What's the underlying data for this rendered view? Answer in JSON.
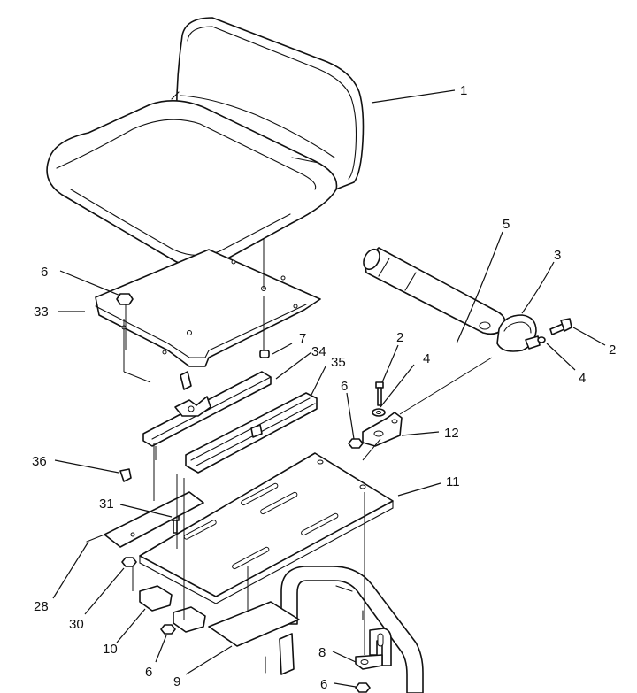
{
  "callouts": [
    {
      "id": "c1",
      "text": "1"
    },
    {
      "id": "c2a",
      "text": "2"
    },
    {
      "id": "c2b",
      "text": "2"
    },
    {
      "id": "c3",
      "text": "3"
    },
    {
      "id": "c4a",
      "text": "4"
    },
    {
      "id": "c4b",
      "text": "4"
    },
    {
      "id": "c5",
      "text": "5"
    },
    {
      "id": "c6a",
      "text": "6"
    },
    {
      "id": "c6b",
      "text": "6"
    },
    {
      "id": "c6c",
      "text": "6"
    },
    {
      "id": "c6d",
      "text": "6"
    },
    {
      "id": "c7",
      "text": "7"
    },
    {
      "id": "c8",
      "text": "8"
    },
    {
      "id": "c9",
      "text": "9"
    },
    {
      "id": "c10",
      "text": "10"
    },
    {
      "id": "c11",
      "text": "11"
    },
    {
      "id": "c12",
      "text": "12"
    },
    {
      "id": "c28",
      "text": "28"
    },
    {
      "id": "c30",
      "text": "30"
    },
    {
      "id": "c31",
      "text": "31"
    },
    {
      "id": "c33",
      "text": "33"
    },
    {
      "id": "c34",
      "text": "34"
    },
    {
      "id": "c35",
      "text": "35"
    },
    {
      "id": "c36",
      "text": "36"
    }
  ]
}
